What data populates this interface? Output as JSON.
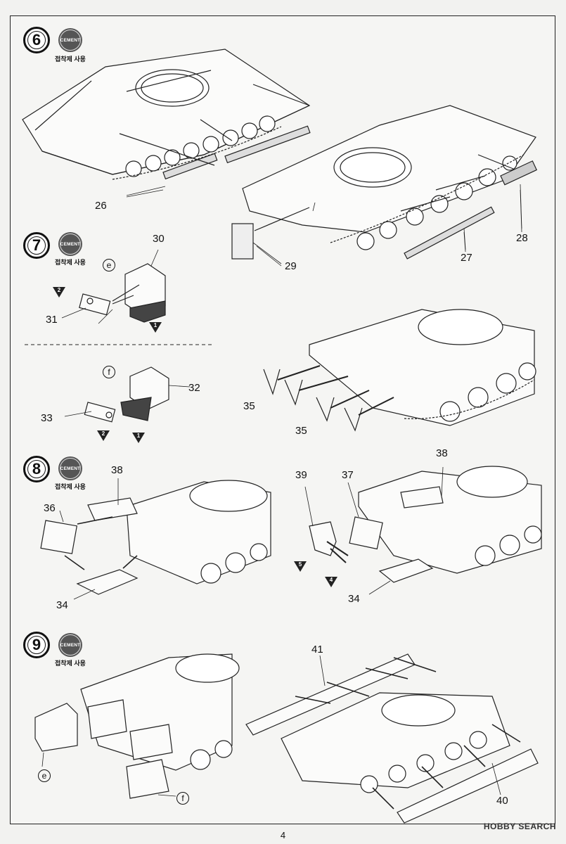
{
  "cement": {
    "badge": "CEMENT",
    "note": "접착제 사용"
  },
  "steps": [
    {
      "number": "6"
    },
    {
      "number": "7"
    },
    {
      "number": "8"
    },
    {
      "number": "9"
    }
  ],
  "part_labels": {
    "p26": "26",
    "p27": "27",
    "p28": "28",
    "p29": "29",
    "p30": "30",
    "p31": "31",
    "p32": "32",
    "p33": "33",
    "p35a": "35",
    "p35b": "35",
    "p38a": "38",
    "p38b": "38",
    "p36": "36",
    "p37": "37",
    "p39": "39",
    "p34a": "34",
    "p34b": "34",
    "p41": "41",
    "p40": "40"
  },
  "subassemblies": {
    "e1": "e",
    "f1": "f",
    "e2": "e",
    "f2": "f"
  },
  "markers": {
    "m2a": "2",
    "m1a": "1",
    "m2b": "2",
    "m1b": "1",
    "m5": "5",
    "m4": "4"
  },
  "page_number": "4",
  "watermark": "HOBBY SEARCH",
  "colors": {
    "line": "#222222",
    "paper": "#f5f5f3",
    "badge": "#555555"
  }
}
